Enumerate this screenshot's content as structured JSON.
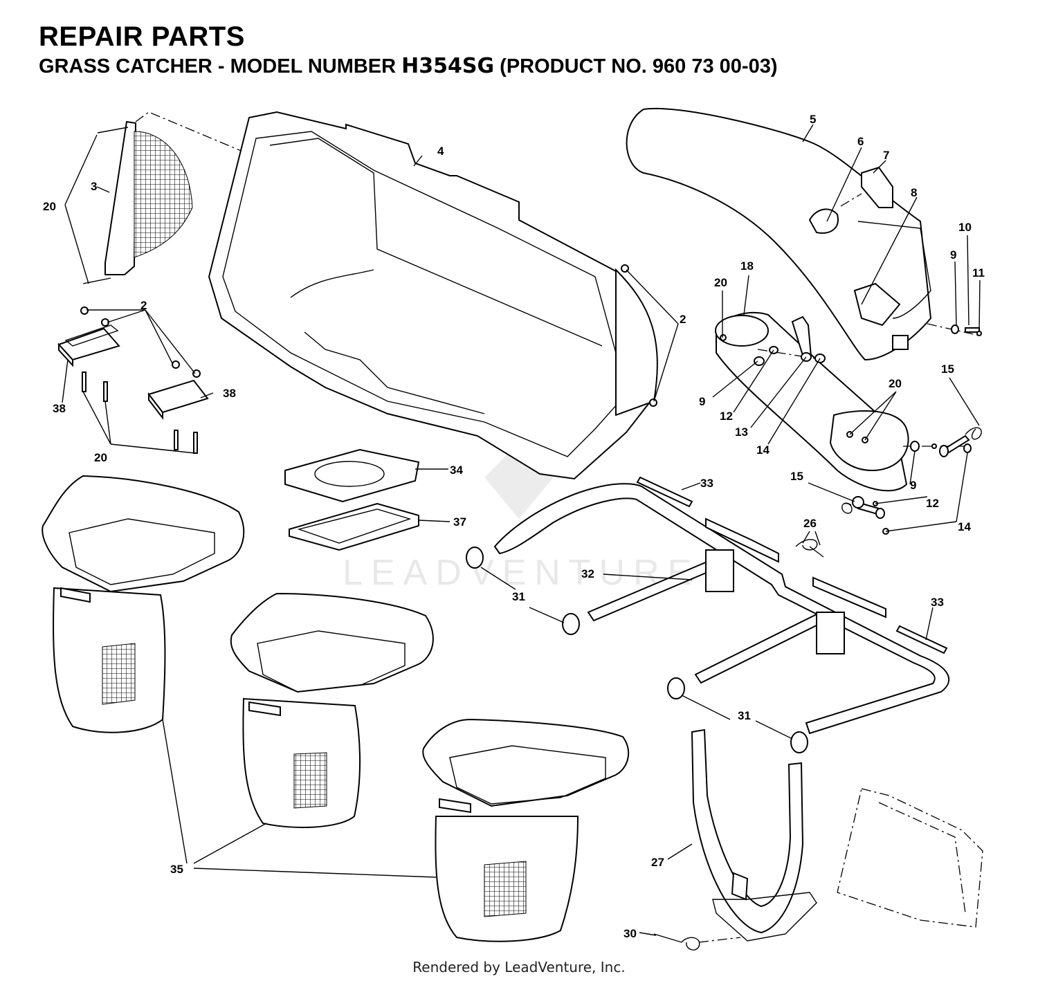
{
  "header": {
    "title": "REPAIR PARTS",
    "subtitle_pre": "GRASS CATCHER - MODEL NUMBER ",
    "model": "H354SG",
    "subtitle_post": " (PRODUCT NO. 960 73 00-03)"
  },
  "watermark": "LEADVENTURE",
  "footer": "Rendered by LeadVenture, Inc.",
  "callouts": {
    "c2a": "2",
    "c2b": "2",
    "c3": "3",
    "c4": "4",
    "c5": "5",
    "c6": "6",
    "c7": "7",
    "c8": "8",
    "c9a": "9",
    "c9b": "9",
    "c9c": "9",
    "c10": "10",
    "c11": "11",
    "c12a": "12",
    "c12b": "12",
    "c13": "13",
    "c14a": "14",
    "c14b": "14",
    "c15a": "15",
    "c15b": "15",
    "c18": "18",
    "c20a": "20",
    "c20b": "20",
    "c20c": "20",
    "c20d": "20",
    "c26": "26",
    "c27": "27",
    "c30": "30",
    "c31a": "31",
    "c31b": "31",
    "c32": "32",
    "c33a": "33",
    "c33b": "33",
    "c34": "34",
    "c35": "35",
    "c37": "37",
    "c38a": "38",
    "c38b": "38"
  }
}
